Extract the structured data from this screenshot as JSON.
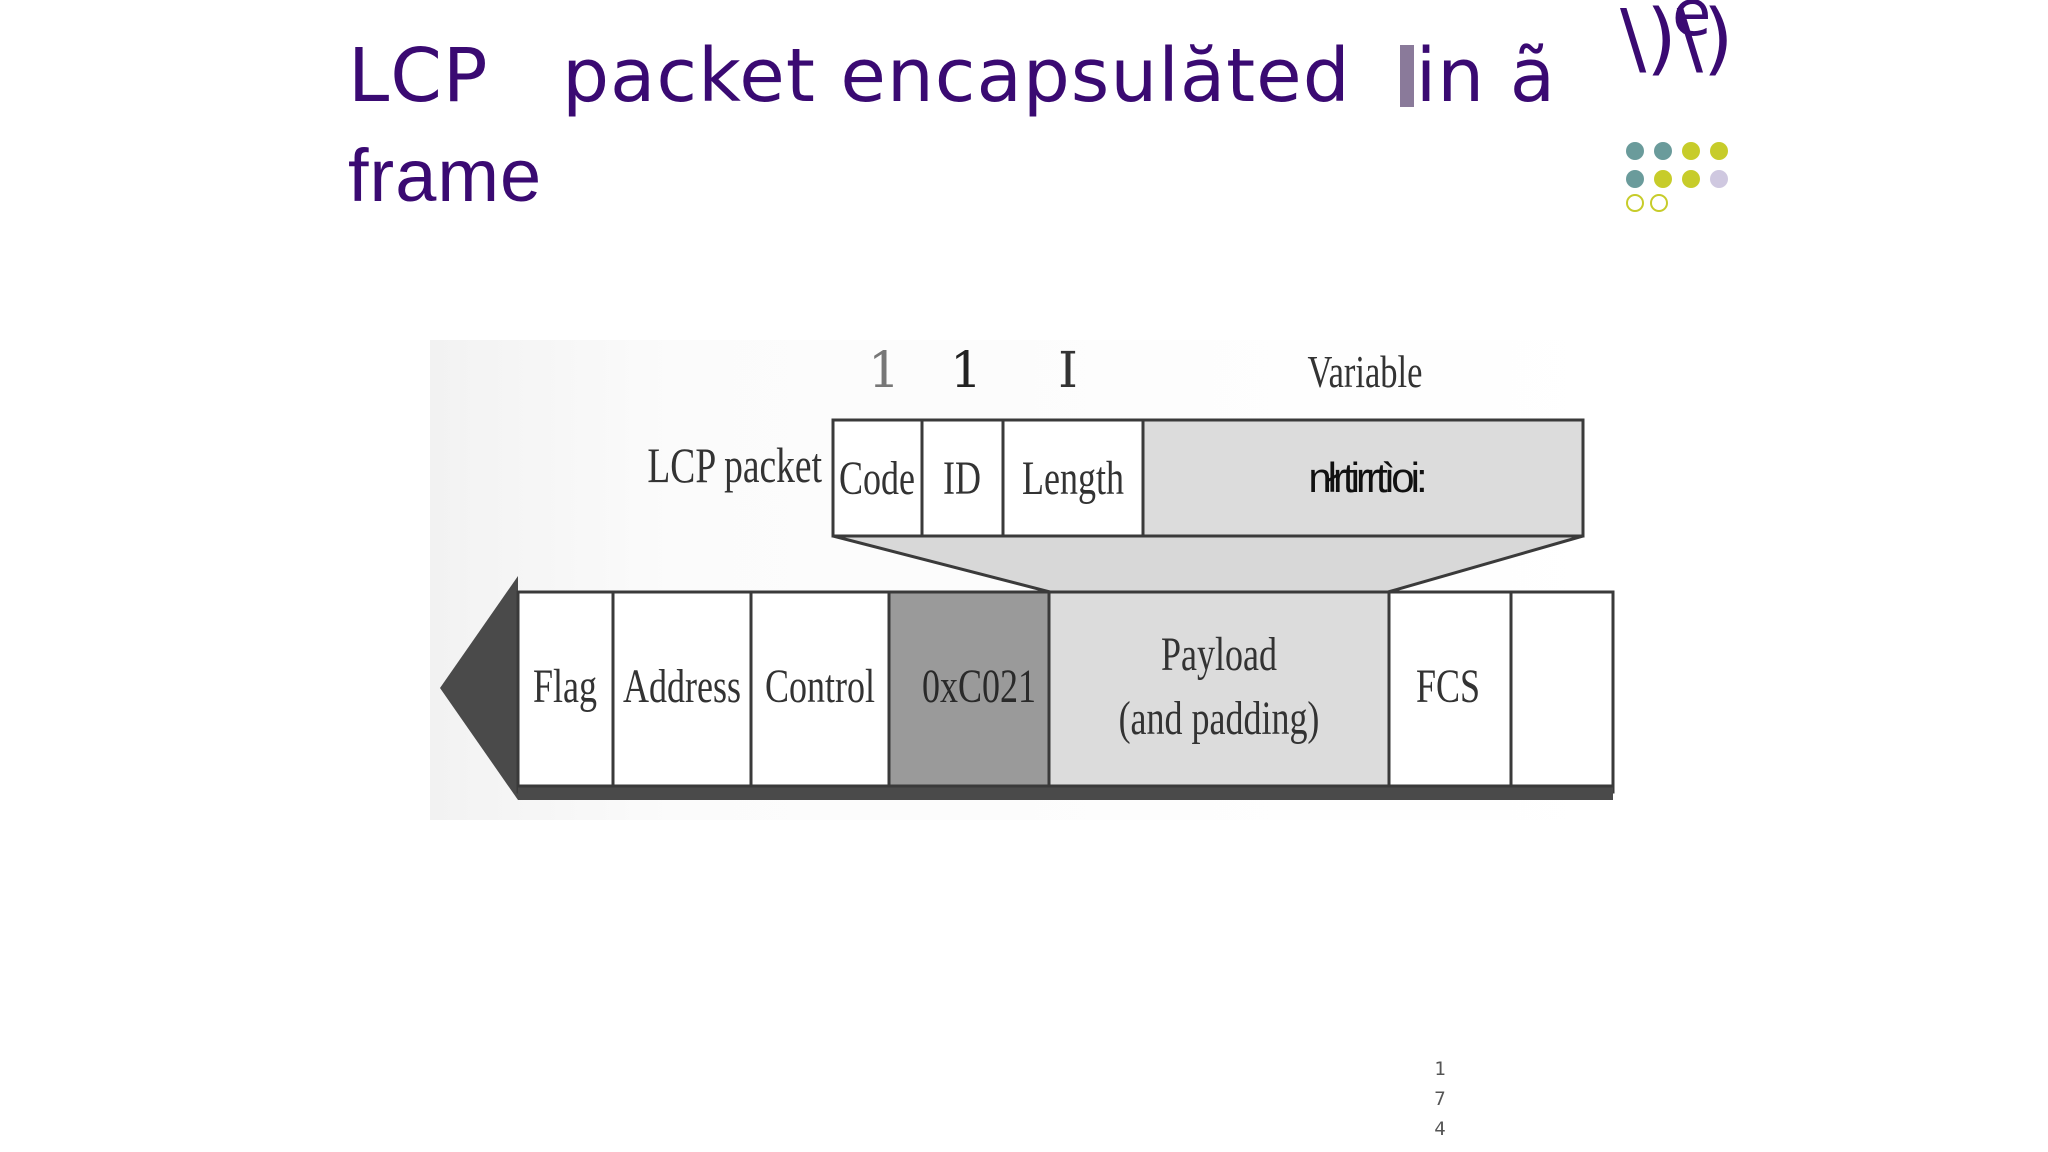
{
  "slide": {
    "title_line1": "LCP   packet encapsulăted  in ã",
    "title_line1_before_glitch": "LCP   packet encapsulăted  ",
    "title_line1_after_glitch": "in ã",
    "title_line2": "frame",
    "page_number": "1\n7\n4"
  },
  "logo": {
    "mark": "\\)\\)",
    "accent": "e",
    "dot_colors": {
      "teal": "#6a9b9b",
      "yellow": "#c7cc2a",
      "lavender": "#cfc8e0"
    }
  },
  "diagram": {
    "lcp_sizes": {
      "code": "1",
      "id": "1",
      "length": "I",
      "variable": "Variable"
    },
    "lcp_label": "LCP packet",
    "lcp_fields": {
      "code": "Code",
      "id": "ID",
      "length": "Length",
      "info": "nłrtirrtìoi:"
    },
    "frame_fields": {
      "flag": "Flag",
      "address": "Address",
      "control": "Control",
      "protocol": "0xC021",
      "payload_line1": "Payload",
      "payload_line2": "(and padding)",
      "fcs": "FCS",
      "trailing_flag": ""
    },
    "colors": {
      "line": "#3a3a3a",
      "text": "#333333",
      "shaded": "#dcdcdc",
      "dark": "#9a9a9a",
      "title": "#3a0a72"
    }
  }
}
